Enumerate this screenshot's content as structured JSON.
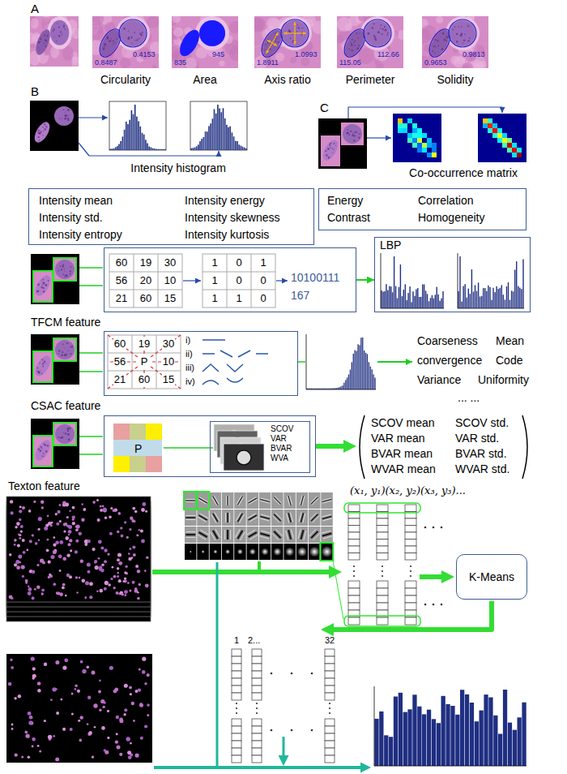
{
  "diagram": {
    "nodes": [
      {
        "text": [
          "Intensity mean",
          "Intensity energy",
          "Intensity std.",
          "Intensity skewness",
          "Intensity entropy",
          "Intensity kurtosis"
        ]
      },
      {
        "text": [
          "Energy",
          "Correlation",
          "Contrast",
          "Homogeneity"
        ]
      },
      {
        "text": [
          "10100111",
          "167"
        ]
      },
      {
        "text": [
          "LBP"
        ]
      },
      {
        "text": [
          "i)",
          "ii)",
          "iii)",
          "iv)"
        ]
      },
      {
        "text": [
          "P"
        ]
      },
      {
        "text": [
          "SCOV",
          "VAR",
          "BVAR",
          "WVA"
        ],
        "in": 5
      },
      {
        "text": [
          "SCOV mean",
          "SCOV std.",
          "VAR mean",
          "VAR std.",
          "BVAR mean",
          "BVAR std.",
          "WVAR mean",
          "WVAR std."
        ]
      },
      {
        "text": [
          "K-Means"
        ]
      }
    ],
    "edges": [
      {
        "from": 2,
        "to": 3,
        "arrow": "to"
      },
      {
        "from": 5,
        "to": 7,
        "arrow": "to"
      }
    ],
    "labels": [
      "A",
      "0.8487",
      "0.4153",
      "835",
      "945",
      "1.8911",
      "1.0993",
      "115.05",
      "112.66",
      "0.9653",
      "0.9813",
      "Circularity",
      "Area",
      "Axis ratio",
      "Perimeter",
      "Solidity",
      "B",
      "C",
      "Intensity histogram",
      "Co-occurrence matrix",
      "60",
      "19",
      "30",
      "56",
      "20",
      "10",
      "21",
      "60",
      "15",
      "1",
      "0",
      "1",
      "1",
      "0",
      "0",
      "1",
      "1",
      "0",
      "TFCM feature",
      "60",
      "19",
      "30",
      "56",
      "P",
      "10",
      "21",
      "60",
      "15",
      "Coarseness",
      "Mean",
      "convergence",
      "Code",
      "Variance",
      "Uniformity",
      "... ...",
      "CSAC feature",
      "Texton feature",
      "(x₁, y₁)(x₂, y₂)(x₃, y₃)...",
      "1",
      "2...",
      "32"
    ]
  }
}
